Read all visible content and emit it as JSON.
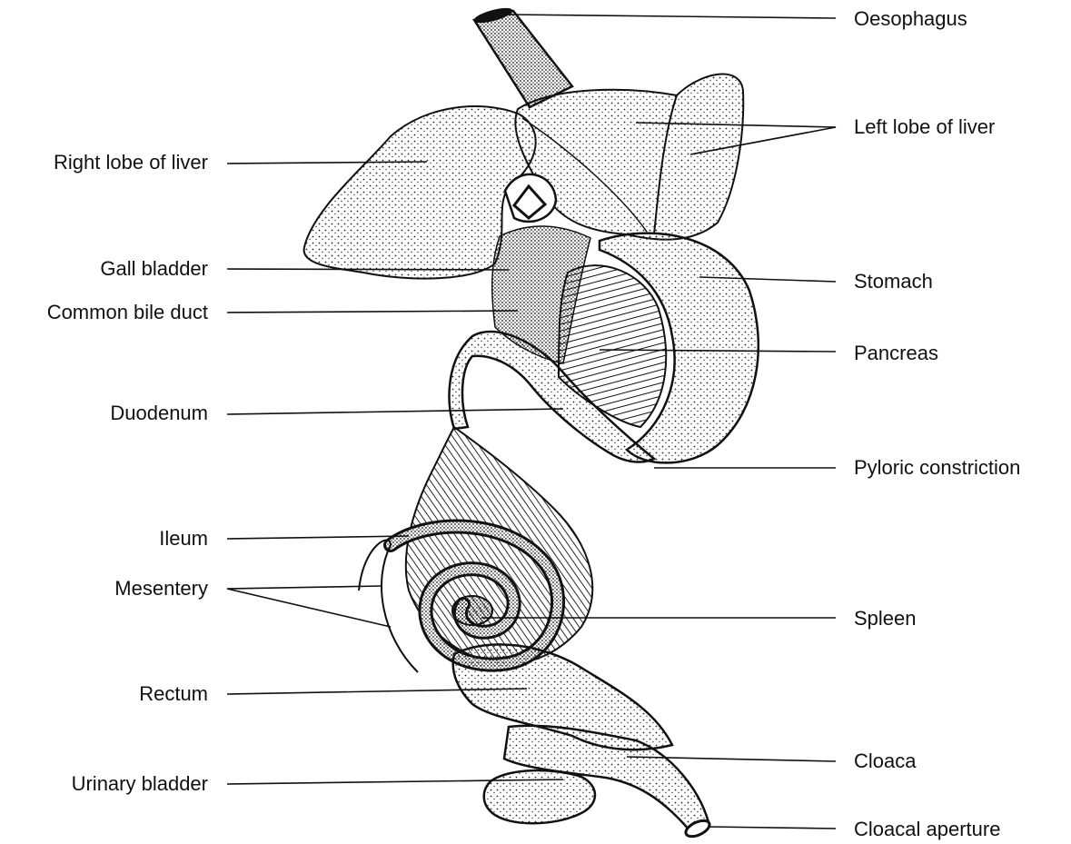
{
  "labels": {
    "left": [
      {
        "id": "right-lobe-of-liver",
        "text": "Right lobe of liver"
      },
      {
        "id": "gall-bladder",
        "text": "Gall bladder"
      },
      {
        "id": "common-bile-duct",
        "text": "Common bile duct"
      },
      {
        "id": "duodenum",
        "text": "Duodenum"
      },
      {
        "id": "ileum",
        "text": "Ileum"
      },
      {
        "id": "mesentery",
        "text": "Mesentery"
      },
      {
        "id": "rectum",
        "text": "Rectum"
      },
      {
        "id": "urinary-bladder",
        "text": "Urinary bladder"
      }
    ],
    "right": [
      {
        "id": "oesophagus",
        "text": "Oesophagus"
      },
      {
        "id": "left-lobe-of-liver",
        "text": "Left lobe of liver"
      },
      {
        "id": "stomach",
        "text": "Stomach"
      },
      {
        "id": "pancreas",
        "text": "Pancreas"
      },
      {
        "id": "pyloric-constriction",
        "text": "Pyloric constriction"
      },
      {
        "id": "spleen",
        "text": "Spleen"
      },
      {
        "id": "cloaca",
        "text": "Cloaca"
      },
      {
        "id": "cloacal-aperture",
        "text": "Cloacal aperture"
      }
    ]
  },
  "colors": {
    "ink": "#111111",
    "paper": "#ffffff"
  }
}
